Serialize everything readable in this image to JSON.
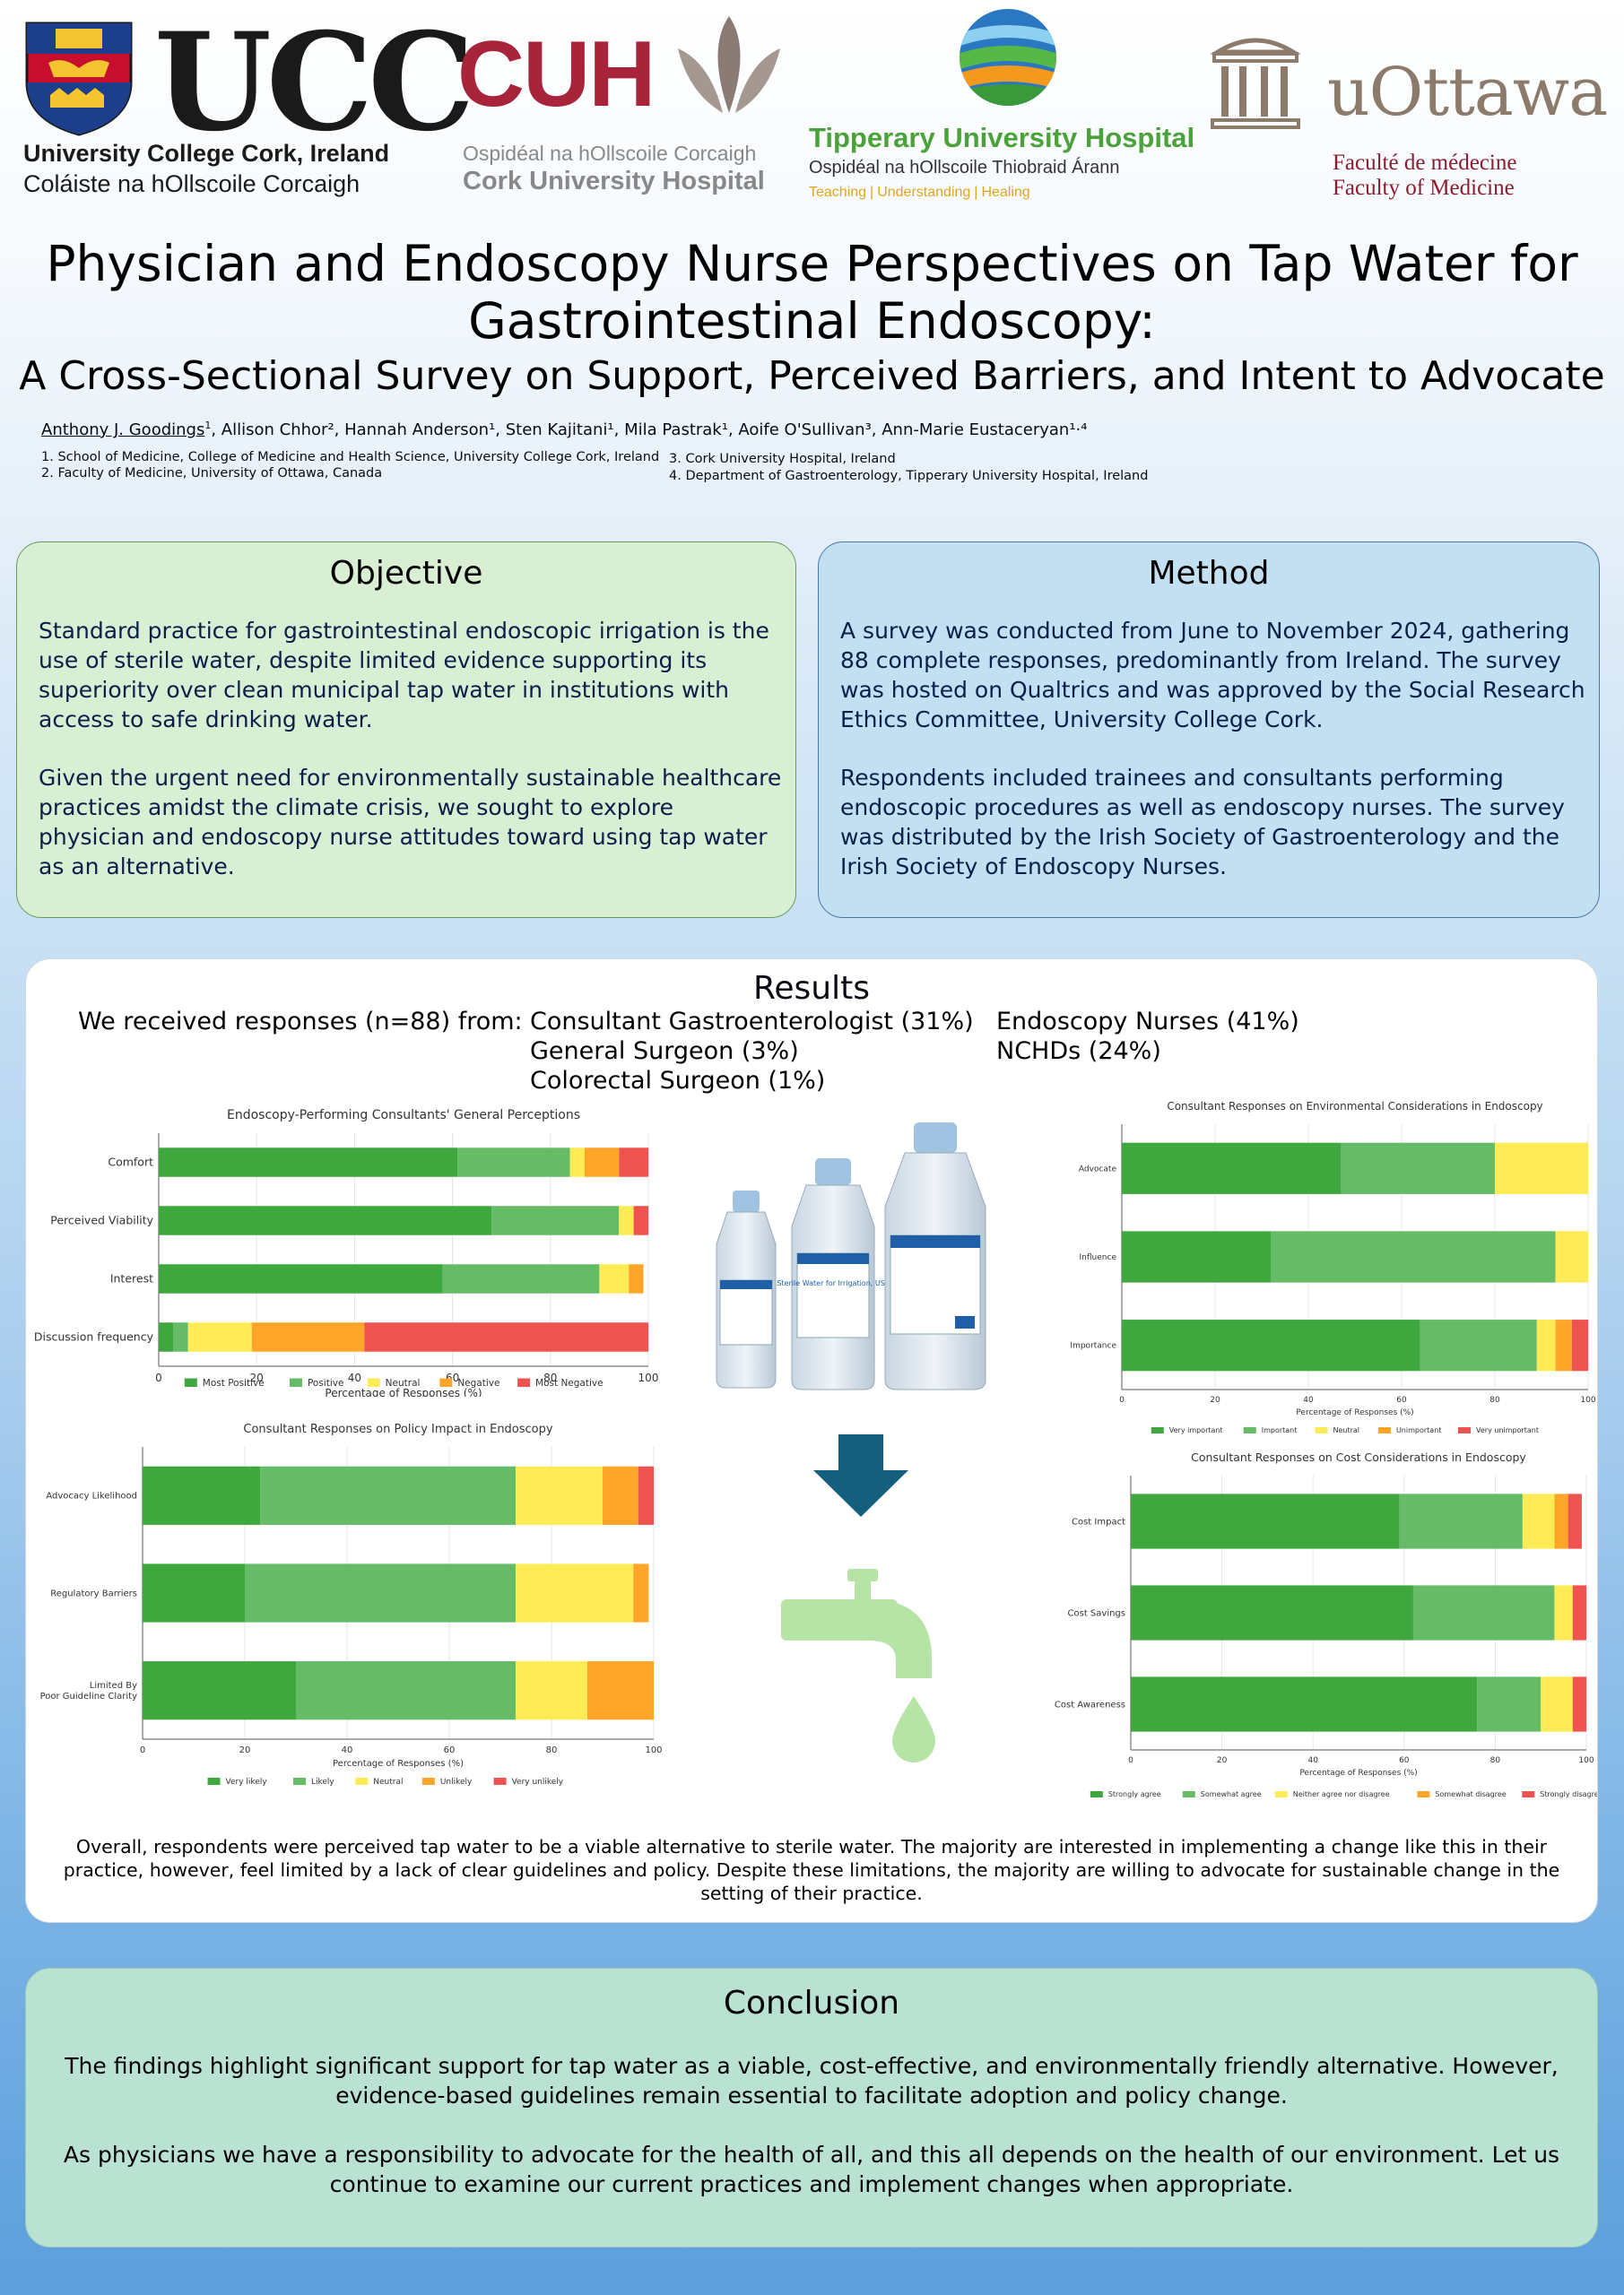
{
  "logos": {
    "ucc": {
      "letters": "UCC",
      "name": "University College Cork, Ireland",
      "irish": "Coláiste na hOllscoile Corcaigh"
    },
    "cuh": {
      "letters": "CUH",
      "irish": "Ospidéal na hOllscoile Corcaigh",
      "english": "Cork University Hospital"
    },
    "tuh": {
      "name": "Tipperary University Hospital",
      "irish": "Ospidéal na hOllscoile Thiobraid Árann",
      "tagline": [
        "Teaching",
        "Understanding",
        "Healing"
      ]
    },
    "uottawa": {
      "name": "uOttawa",
      "french": "Faculté de médecine",
      "english": "Faculty of Medicine"
    }
  },
  "title_line1": "Physician and Endoscopy Nurse Perspectives on Tap Water for",
  "title_line2": "Gastrointestinal Endoscopy:",
  "subtitle": "A Cross-Sectional Survey on Support, Perceived Barriers, and Intent to Advocate",
  "authors": {
    "first": "Anthony J. Goodings",
    "first_sup": "1",
    "rest": ", Allison Chhor², Hannah Anderson¹, Sten Kajitani¹, Mila Pastrak¹, Aoife O'Sullivan³, Ann-Marie Eustaceryan¹·⁴"
  },
  "affiliations": [
    "1.   School of Medicine, College of Medicine and Health Science, University College Cork, Ireland",
    "2.   Faculty of Medicine, University of Ottawa, Canada",
    "3.   Cork University Hospital, Ireland",
    "4.   Department of Gastroenterology, Tipperary University Hospital, Ireland"
  ],
  "objective": {
    "heading": "Objective",
    "p1": "Standard practice for gastrointestinal endoscopic irrigation is the use of sterile water, despite limited evidence supporting its superiority over clean municipal tap water in institutions with access to safe drinking water.",
    "p2": "Given the urgent need for environmentally sustainable healthcare practices amidst the climate crisis, we sought to explore physician and endoscopy nurse attitudes toward using tap water as an alternative."
  },
  "method": {
    "heading": "Method",
    "p1": "A survey was conducted from June to November 2024, gathering 88 complete responses, predominantly from Ireland. The survey was hosted on Qualtrics and was approved by the Social Research Ethics Committee, University College Cork.",
    "p2": "Respondents included trainees and consultants performing endoscopic procedures as well as endoscopy nurses. The survey was distributed by the Irish Society of Gastroenterology and the Irish Society of Endoscopy Nurses."
  },
  "results": {
    "heading": "Results",
    "intro": "We received responses (n=88) from:",
    "groups_col1": [
      "Consultant Gastroenterologist (31%)",
      "General Surgeon (3%)",
      "Colorectal Surgeon (1%)"
    ],
    "groups_col2": [
      "Endoscopy Nurses (41%)",
      "NCHDs (24%)"
    ],
    "bottle_labels": [
      "Sterile Water for Irrigation, USP"
    ],
    "overall": "Overall, respondents were perceived tap water to be a viable alternative to sterile water. The majority are interested in implementing a change like this in their practice, however, feel limited by a lack of clear guidelines and policy. Despite these limitations, the majority are willing to advocate for sustainable change in the setting of their practice."
  },
  "conclusion": {
    "heading": "Conclusion",
    "p1": "The findings highlight significant support for tap water as a viable, cost-effective, and environmentally friendly alternative. However, evidence-based guidelines remain essential to facilitate adoption and policy change.",
    "p2": "As physicians we have a responsibility to advocate for the health of all, and this all depends on the health of our environment. Let us continue to examine our current practices and implement changes when appropriate."
  },
  "colors": {
    "scale": [
      "#3ea83e",
      "#66bb66",
      "#ffeb55",
      "#ffa62a",
      "#ef5350"
    ],
    "water_arrow": "#155f7e",
    "tap": "#b6e3a6"
  },
  "chart_data": [
    {
      "type": "bar",
      "orientation": "horizontal",
      "stacked": true,
      "title": "Endoscopy-Performing Consultants' General Perceptions",
      "xlabel": "Percentage of Responses (%)",
      "xlim": [
        0,
        100
      ],
      "xticks": [
        0,
        20,
        40,
        60,
        80,
        100
      ],
      "categories": [
        "Comfort",
        "Perceived Viability",
        "Interest",
        "Discussion frequency"
      ],
      "series": [
        {
          "name": "Most Positive",
          "values": [
            61,
            68,
            58,
            3
          ]
        },
        {
          "name": "Positive",
          "values": [
            23,
            26,
            32,
            3
          ]
        },
        {
          "name": "Neutral",
          "values": [
            3,
            3,
            6,
            13
          ]
        },
        {
          "name": "Negative",
          "values": [
            7,
            0,
            3,
            23
          ]
        },
        {
          "name": "Most Negative",
          "values": [
            6,
            3,
            0,
            58
          ]
        }
      ],
      "legend": "bottom"
    },
    {
      "type": "bar",
      "orientation": "horizontal",
      "stacked": true,
      "title": "Consultant Responses on Environmental Considerations in Endoscopy",
      "xlabel": "Percentage of Responses (%)",
      "xlim": [
        0,
        100
      ],
      "xticks": [
        0,
        20,
        40,
        60,
        80,
        100
      ],
      "categories": [
        "Advocate",
        "Influence",
        "Importance"
      ],
      "series": [
        {
          "name": "Very important",
          "values": [
            47,
            32,
            64
          ]
        },
        {
          "name": "Important",
          "values": [
            33,
            61,
            25
          ]
        },
        {
          "name": "Neutral",
          "values": [
            20,
            7,
            4
          ]
        },
        {
          "name": "Unimportant",
          "values": [
            0,
            0,
            3.5
          ]
        },
        {
          "name": "Very unimportant",
          "values": [
            0,
            0,
            3.5
          ]
        }
      ],
      "legend": "bottom"
    },
    {
      "type": "bar",
      "orientation": "horizontal",
      "stacked": true,
      "title": "Consultant Responses on Policy Impact in Endoscopy",
      "xlabel": "Percentage of Responses (%)",
      "xlim": [
        0,
        100
      ],
      "xticks": [
        0,
        20,
        40,
        60,
        80,
        100
      ],
      "categories": [
        "Advocacy Likelihood",
        "Regulatory Barriers",
        "Limited By Poor Guideline Clarity"
      ],
      "series": [
        {
          "name": "Very likely",
          "values": [
            23,
            20,
            30
          ]
        },
        {
          "name": "Likely",
          "values": [
            50,
            53,
            43
          ]
        },
        {
          "name": "Neutral",
          "values": [
            17,
            23,
            14
          ]
        },
        {
          "name": "Unlikely",
          "values": [
            7,
            3,
            13
          ]
        },
        {
          "name": "Very unlikely",
          "values": [
            3,
            0,
            0
          ]
        }
      ],
      "legend": "bottom"
    },
    {
      "type": "bar",
      "orientation": "horizontal",
      "stacked": true,
      "title": "Consultant Responses on Cost Considerations in Endoscopy",
      "xlabel": "Percentage of Responses (%)",
      "xlim": [
        0,
        100
      ],
      "xticks": [
        0,
        20,
        40,
        60,
        80,
        100
      ],
      "categories": [
        "Cost Impact",
        "Cost Savings",
        "Cost Awareness"
      ],
      "series": [
        {
          "name": "Strongly agree",
          "values": [
            59,
            62,
            76
          ]
        },
        {
          "name": "Somewhat agree",
          "values": [
            27,
            31,
            14
          ]
        },
        {
          "name": "Neither agree nor disagree",
          "values": [
            7,
            4,
            7
          ]
        },
        {
          "name": "Somewhat disagree",
          "values": [
            3,
            0,
            0
          ]
        },
        {
          "name": "Strongly disagree",
          "values": [
            3,
            3,
            3
          ]
        }
      ],
      "legend": "bottom"
    }
  ]
}
